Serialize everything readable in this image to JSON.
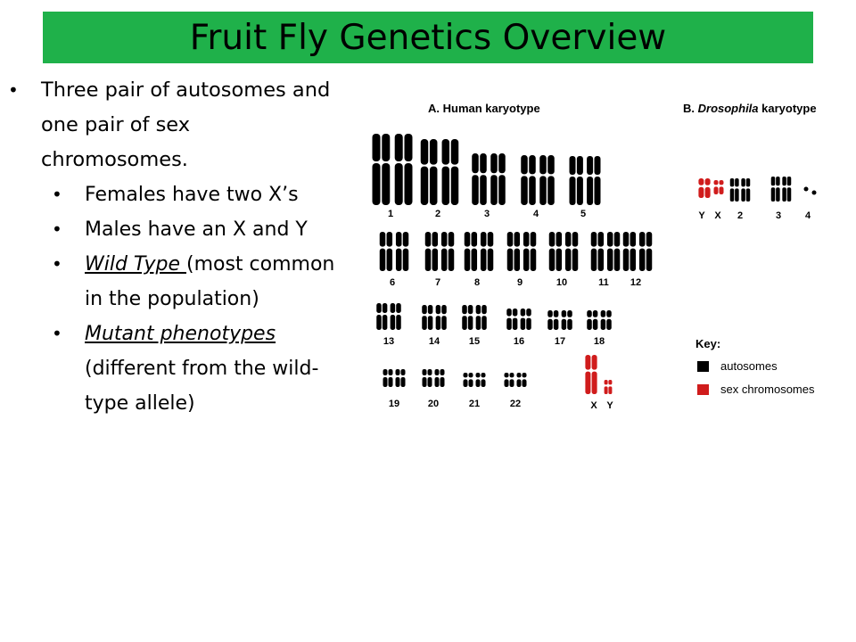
{
  "title": "Fruit Fly Genetics Overview",
  "colors": {
    "title_bg": "#1fb14a",
    "autosome": "#000000",
    "sex_chromosome": "#d01c1c"
  },
  "bullets": {
    "main": "Three pair of autosomes and one pair of sex chromosomes.",
    "sub1": "Females have two X’s",
    "sub2": "Males have an X and Y",
    "sub3_underlined": "Wild Type ",
    "sub3_rest": "(most common in the population)",
    "sub4_underlined": "Mutant phenotypes",
    "sub4_rest": " (different from the wild-type allele)"
  },
  "figure": {
    "human_title": "A. Human karyotype",
    "droso_title_prefix": "B. ",
    "droso_title_italic": "Drosophila",
    "droso_title_suffix": " karyotype",
    "human_labels": [
      "1",
      "2",
      "3",
      "4",
      "5",
      "6",
      "7",
      "8",
      "9",
      "10",
      "11",
      "12",
      "13",
      "14",
      "15",
      "16",
      "17",
      "18",
      "19",
      "20",
      "21",
      "22",
      "X",
      "Y"
    ],
    "droso_labels": [
      "Y",
      "X",
      "2",
      "3",
      "4"
    ],
    "key_title": "Key:",
    "key_autosomes": "autosomes",
    "key_sex": "sex chromosomes"
  }
}
